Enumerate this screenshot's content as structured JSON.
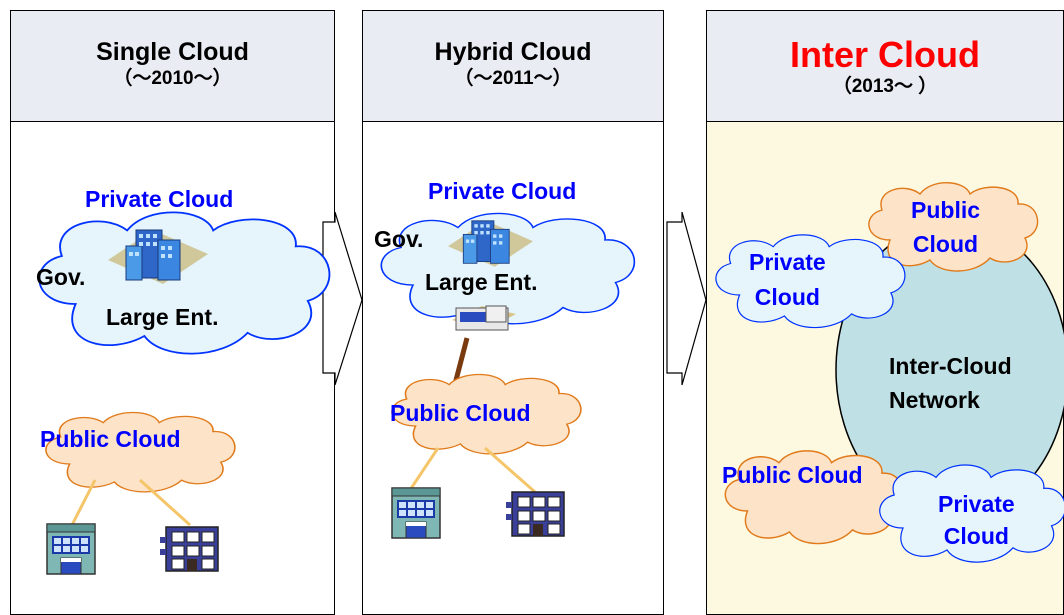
{
  "panels": [
    {
      "title": "Single Cloud",
      "period": "（～2010～）",
      "private_cloud": "Private Cloud",
      "gov": "Gov.",
      "large_ent": "Large Ent.",
      "public_cloud": "Public Cloud"
    },
    {
      "title": "Hybrid Cloud",
      "period": "（～2011～）",
      "private_cloud": "Private Cloud",
      "gov": "Gov.",
      "large_ent": "Large Ent.",
      "public_cloud": "Public Cloud"
    },
    {
      "title": "Inter Cloud",
      "period": "（2013～ ）",
      "public_cloud_top": "Public\nCloud",
      "private_cloud_left": "Private\nCloud",
      "network": "Inter-Cloud\nNetwork",
      "public_cloud_bottom": "Public Cloud",
      "private_cloud_bottom": "Private\nCloud"
    }
  ],
  "colors": {
    "title_red": "#ff0000",
    "label_blue": "#0000ff",
    "private_cloud_fill": "#e6f5fc",
    "public_cloud_fill": "#fde3c8",
    "network_fill": "#bfe0e4",
    "panel3_body_fill": "#fdf9e1",
    "header_fill": "#e9ecf3"
  }
}
